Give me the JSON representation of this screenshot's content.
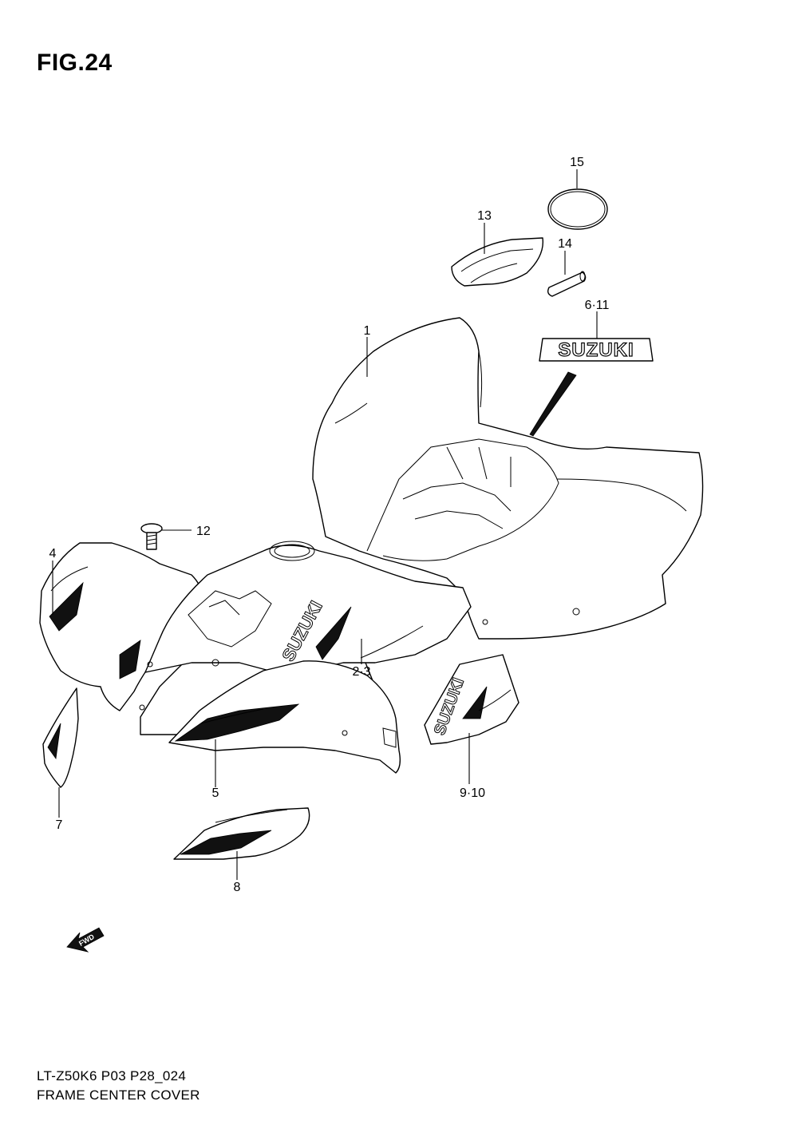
{
  "figure": {
    "title": "FIG.24"
  },
  "footer": {
    "model_code": "LT-Z50K6 P03 P28_024",
    "name": "FRAME CENTER COVER"
  },
  "emblem_text": "SUZUKI",
  "fwd_text": "FWD",
  "callouts": [
    "15",
    "13",
    "14",
    "6·11",
    "1",
    "12",
    "4",
    "2·3",
    "9·10",
    "5",
    "7",
    "8"
  ]
}
